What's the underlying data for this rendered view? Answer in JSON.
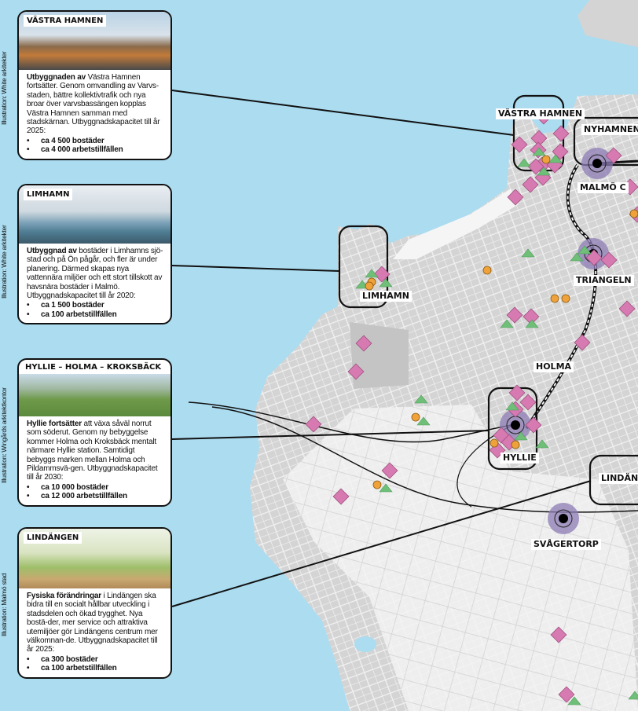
{
  "colors": {
    "water": "#abdcf0",
    "land": "#d6d6d6",
    "street": "#f4f4f4",
    "diamond": "#d67ab1",
    "triangle": "#6fbf78",
    "circle": "#f0a23a",
    "station_halo": "#8c7bb4"
  },
  "marker_icons": [
    "diamond-marker-icon",
    "triangle-marker-icon",
    "circle-marker-icon",
    "station-icon"
  ],
  "cards": [
    {
      "credit": "Illustration: White arkitekter",
      "title": "VÄSTRA HAMNEN",
      "lead": "Utbyggnaden av",
      "text": " Västra Hamnen fortsätter. Genom omvandling av Varvs-staden, bättre kollektivtrafik och nya broar över varvsbassängen kopplas Västra Hamnen samman med stadskärnan. Utbyggnadskapacitet till år 2025:",
      "bullets": [
        "ca 4 500 bostäder",
        "ca 4 000 arbetstillfällen"
      ]
    },
    {
      "credit": "Illustration: White arkitekter",
      "title": "LIMHAMN",
      "lead": "Utbyggnad av",
      "text": " bostäder i Limhamns sjö-stad och på Ön pågår, och fler är under planering. Därmed skapas nya vattennära miljöer och ett stort tillskott av havsnära bostäder i Malmö. Utbyggnadskapacitet till år 2020:",
      "bullets": [
        "ca 1 500 bostäder",
        "ca 100 arbetstillfällen"
      ]
    },
    {
      "credit": "Illustration: Wingårds arkitektkontor",
      "title": "HYLLIE – HOLMA – KROKSBÄCK",
      "lead": "Hyllie fortsätter",
      "text": " att växa såväl norrut som söderut. Genom ny bebyggelse kommer Holma och Kroksbäck mentalt närmare Hyllie station. Samtidigt bebyggs marken mellan Holma och Pildammsvä-gen. Utbyggnadskapacitet till år 2030:",
      "bullets": [
        "ca 10 000 bostäder",
        "ca 12 000 arbetstillfällen"
      ]
    },
    {
      "credit": "Illustration: Malmö stad",
      "title": "LINDÄNGEN",
      "lead": "Fysiska förändringar",
      "text": " i Lindängen ska bidra till en socialt hållbar utveckling i stadsdelen och ökad trygghet. Nya bostä-der, mer service och attraktiva utemiljöer gör Lindängens centrum mer välkomnan-de. Utbyggnadskapacitet till år 2025:",
      "bullets": [
        "ca 300 bostäder",
        "ca 100 arbetstillfällen"
      ]
    }
  ],
  "map_labels": {
    "vastra_hamnen": "VÄSTRA HAMNEN",
    "nyhamnen": "NYHAMNEN",
    "malmo_c": "MALMÖ C",
    "triangeln": "TRIANGELN",
    "limhamn": "LIMHAMN",
    "holma": "HOLMA",
    "hyllie": "HYLLIE",
    "lindangen": "LINDÄNG",
    "svagertorp": "SVÅGERTORP"
  }
}
